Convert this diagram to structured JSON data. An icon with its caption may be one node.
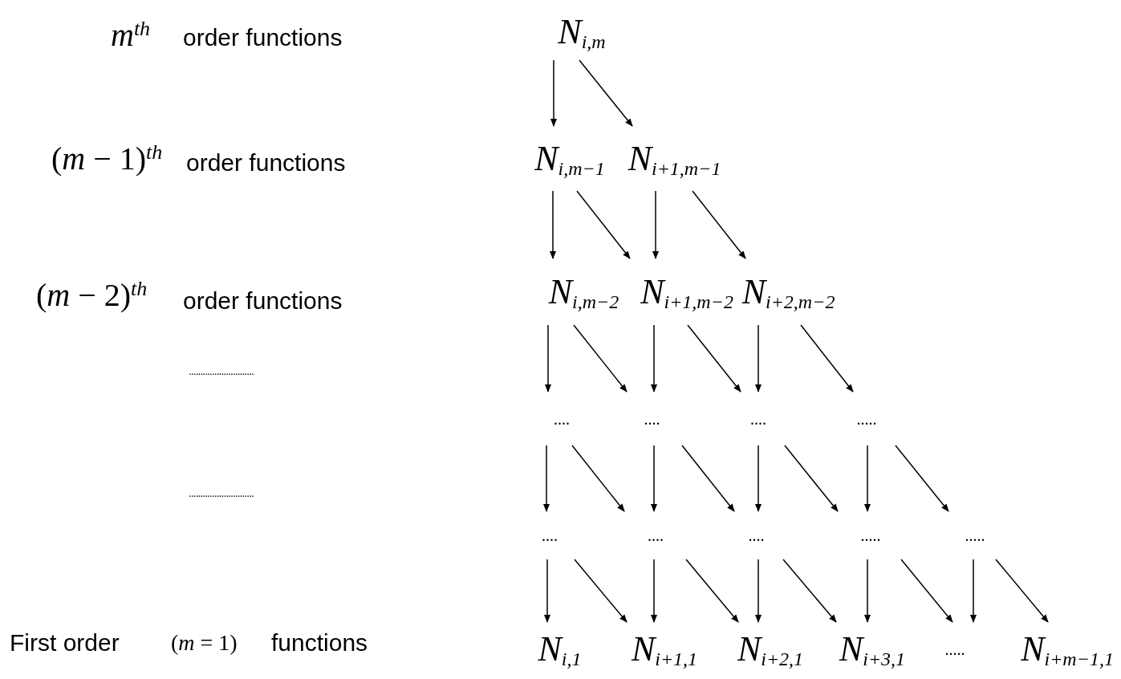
{
  "diagram": {
    "nodes": [
      {
        "text": [
          "N$_{i,m}$"
        ]
      },
      {
        "text": [
          "N$_{i,m−1}$"
        ]
      },
      {
        "text": [
          "N$_{i+1,m−1}$"
        ]
      },
      {
        "text": [
          "N$_{i,m−2}$"
        ]
      },
      {
        "text": [
          "N$_{i+1,m−2}$"
        ]
      },
      {
        "text": [
          "N$_{i+2,m−2}$"
        ]
      },
      {
        "text": [
          "...."
        ]
      },
      {
        "text": [
          "...."
        ]
      },
      {
        "text": [
          "...."
        ]
      },
      {
        "text": [
          "....."
        ]
      },
      {
        "text": [
          "...."
        ]
      },
      {
        "text": [
          "...."
        ]
      },
      {
        "text": [
          "...."
        ]
      },
      {
        "text": [
          "....."
        ]
      },
      {
        "text": [
          "....."
        ]
      },
      {
        "text": [
          "N$_{i,1}$"
        ]
      },
      {
        "text": [
          "N$_{i+1,1}$"
        ]
      },
      {
        "text": [
          "N$_{i+2,1}$"
        ]
      },
      {
        "text": [
          "N$_{i+3,1}$"
        ]
      },
      {
        "text": [
          "....."
        ]
      },
      {
        "text": [
          "N$_{i+m−1,1}$"
        ]
      }
    ],
    "edges": [
      {
        "from": 0,
        "to": 1,
        "arrow": "to"
      },
      {
        "from": 0,
        "to": 2,
        "arrow": "to"
      },
      {
        "from": 1,
        "to": 3,
        "arrow": "to"
      },
      {
        "from": 1,
        "to": 4,
        "arrow": "to"
      },
      {
        "from": 2,
        "to": 4,
        "arrow": "to"
      },
      {
        "from": 2,
        "to": 5,
        "arrow": "to"
      },
      {
        "from": 3,
        "to": 6,
        "arrow": "to"
      },
      {
        "from": 3,
        "to": 7,
        "arrow": "to"
      },
      {
        "from": 4,
        "to": 7,
        "arrow": "to"
      },
      {
        "from": 4,
        "to": 8,
        "arrow": "to"
      },
      {
        "from": 5,
        "to": 8,
        "arrow": "to"
      },
      {
        "from": 5,
        "to": 9,
        "arrow": "to"
      },
      {
        "from": 6,
        "to": 10,
        "arrow": "to"
      },
      {
        "from": 6,
        "to": 11,
        "arrow": "to"
      },
      {
        "from": 7,
        "to": 11,
        "arrow": "to"
      },
      {
        "from": 7,
        "to": 12,
        "arrow": "to"
      },
      {
        "from": 8,
        "to": 12,
        "arrow": "to"
      },
      {
        "from": 8,
        "to": 13,
        "arrow": "to"
      },
      {
        "from": 9,
        "to": 13,
        "arrow": "to"
      },
      {
        "from": 9,
        "to": 14,
        "arrow": "to"
      },
      {
        "from": 10,
        "to": 15,
        "arrow": "to"
      },
      {
        "from": 10,
        "to": 16,
        "arrow": "to"
      },
      {
        "from": 11,
        "to": 16,
        "arrow": "to"
      },
      {
        "from": 11,
        "to": 17,
        "arrow": "to"
      },
      {
        "from": 12,
        "to": 17,
        "arrow": "to"
      },
      {
        "from": 12,
        "to": 18,
        "arrow": "to"
      },
      {
        "from": 13,
        "to": 18,
        "arrow": "to"
      },
      {
        "from": 13,
        "to": 19,
        "arrow": "to"
      },
      {
        "from": 14,
        "to": 19,
        "arrow": "to"
      },
      {
        "from": 14,
        "to": 20,
        "arrow": "to"
      }
    ],
    "labels": [
      "*m*$^{th}$",
      "order functions",
      "(*m* − 1)$^{th}$",
      "order functions",
      "(*m* − 2)$^{th}$",
      "order functions",
      "............................",
      "............................",
      "First order",
      "(*m* = 1)",
      "functions"
    ]
  }
}
